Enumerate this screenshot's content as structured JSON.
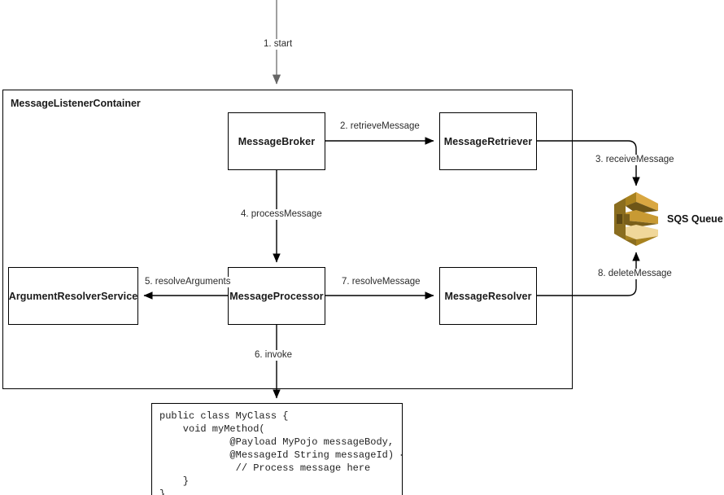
{
  "diagram": {
    "container": {
      "title": "MessageListenerContainer"
    },
    "nodes": [
      {
        "id": "message-broker",
        "label": "MessageBroker"
      },
      {
        "id": "message-retriever",
        "label": "MessageRetriever"
      },
      {
        "id": "argument-resolver-service",
        "label": "ArgumentResolverService"
      },
      {
        "id": "message-processor",
        "label": "MessageProcessor"
      },
      {
        "id": "message-resolver",
        "label": "MessageResolver"
      }
    ],
    "external": {
      "sqs_label": "SQS Queue",
      "sqs_icon": "aws-sqs-icon",
      "colors": {
        "sqs_dark": "#8a6d1f",
        "sqs_mid": "#b8902f",
        "sqs_light": "#d9a741",
        "sqs_pale": "#f0d79a",
        "sqs_shadow": "#6e5617"
      }
    },
    "edges": [
      {
        "id": "start",
        "label": "1. start",
        "color": "#808080"
      },
      {
        "id": "retrieve-message",
        "label": "2. retrieveMessage",
        "color": "#000000"
      },
      {
        "id": "receive-message",
        "label": "3. receiveMessage",
        "color": "#000000"
      },
      {
        "id": "process-message",
        "label": "4. processMessage",
        "color": "#000000"
      },
      {
        "id": "resolve-arguments",
        "label": "5. resolveArguments",
        "color": "#000000"
      },
      {
        "id": "invoke",
        "label": "6. invoke",
        "color": "#000000"
      },
      {
        "id": "resolve-message",
        "label": "7. resolveMessage",
        "color": "#000000"
      },
      {
        "id": "delete-message",
        "label": "8. deleteMessage",
        "color": "#000000"
      }
    ],
    "code_block": {
      "language": "java",
      "lines": [
        "public class MyClass {",
        "    void myMethod(",
        "            @Payload MyPojo messageBody,",
        "            @MessageId String messageId) {",
        "             // Process message here",
        "    }",
        "}"
      ]
    }
  }
}
